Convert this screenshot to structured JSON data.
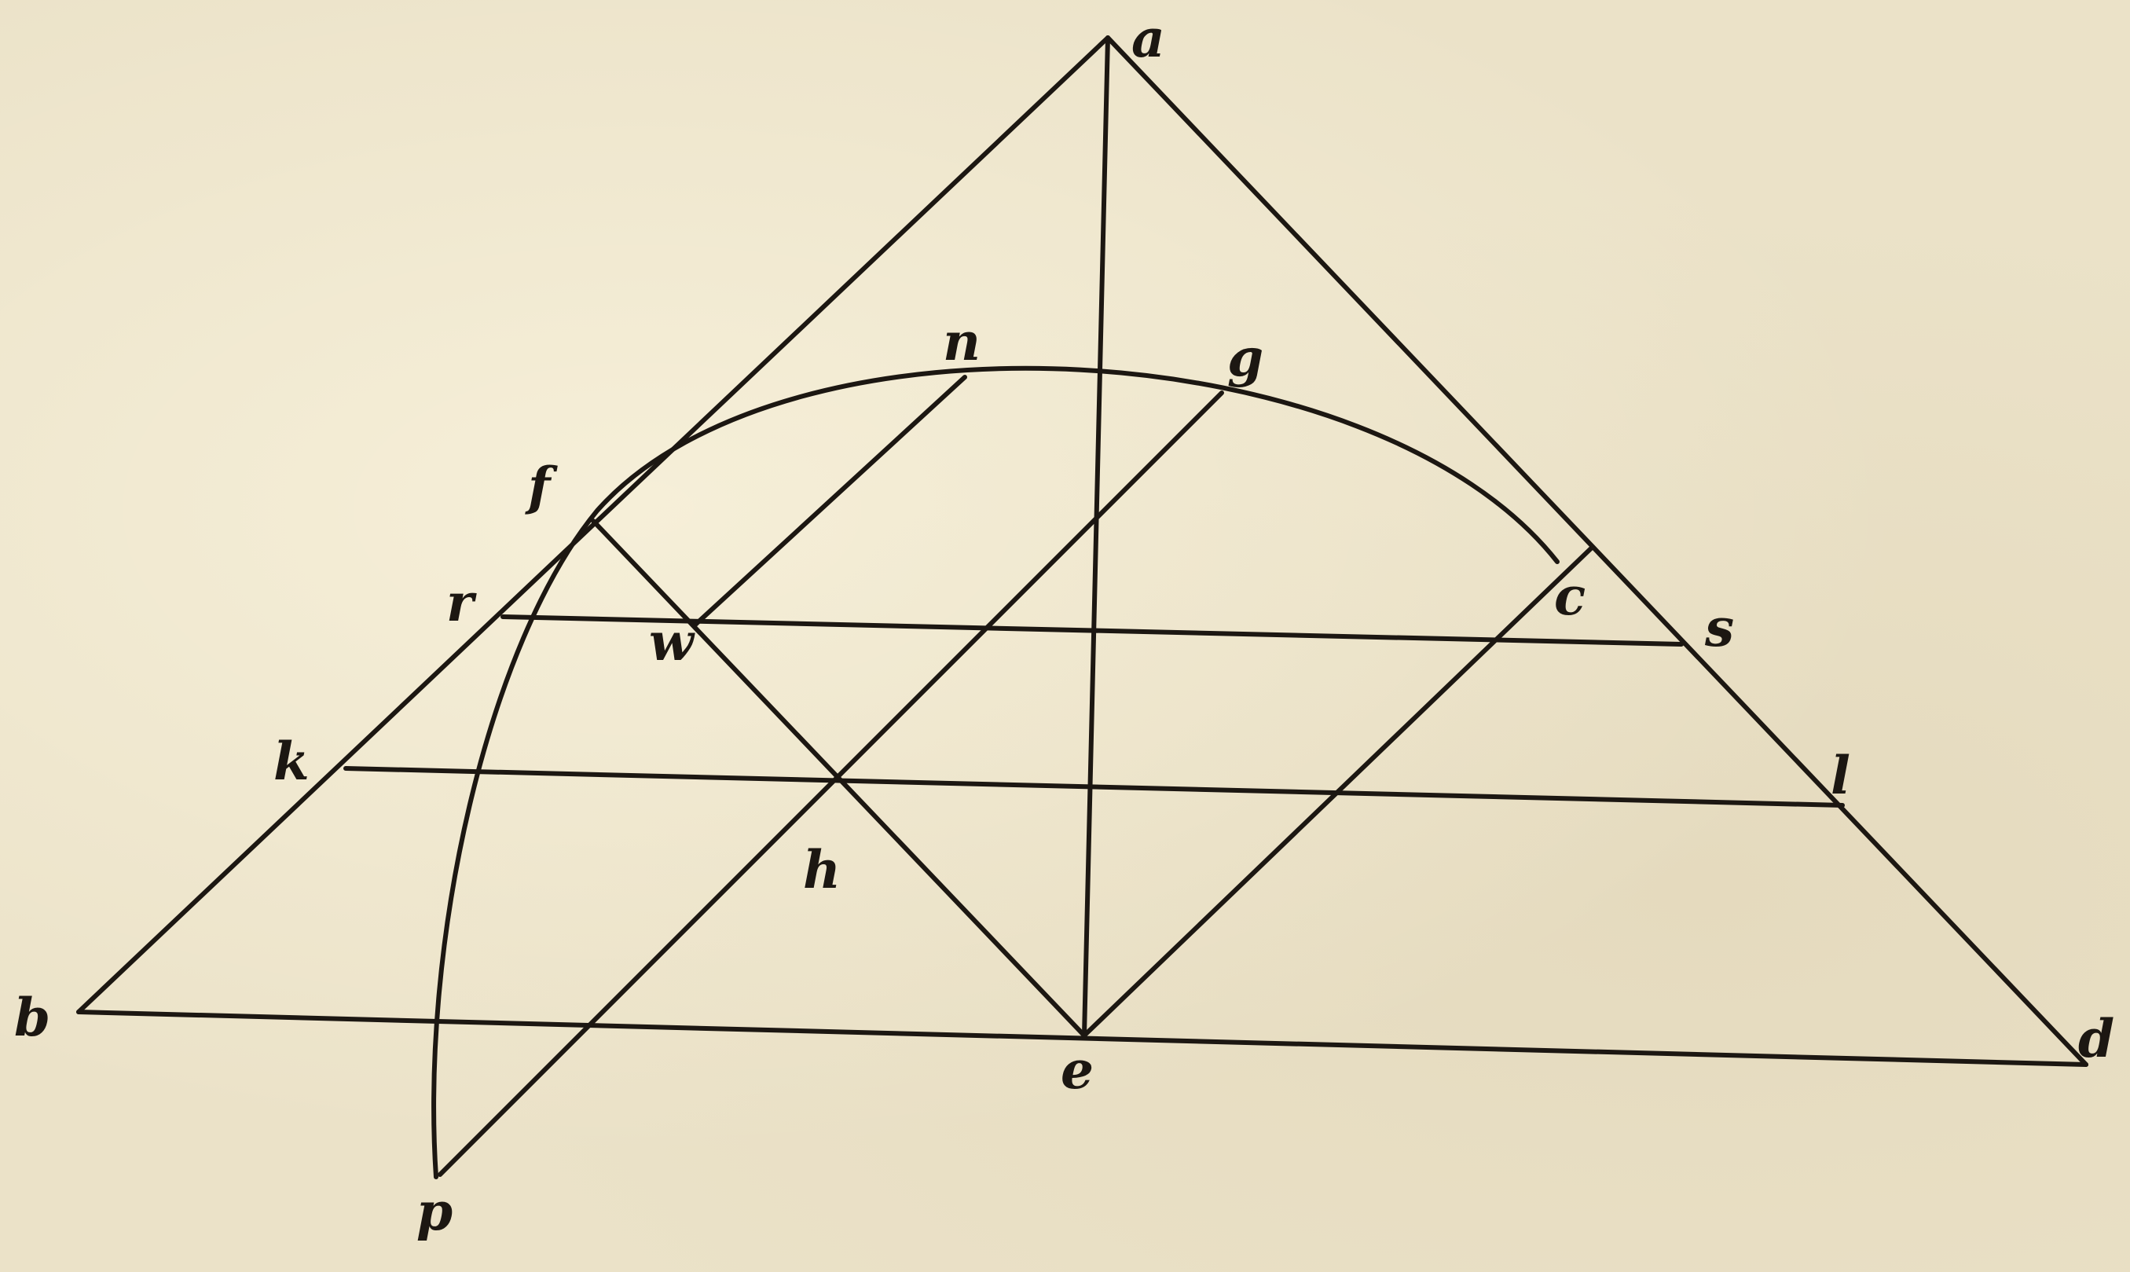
{
  "diagram": {
    "labels": {
      "a": "a",
      "b": "b",
      "c": "c",
      "d": "d",
      "e": "e",
      "f": "f",
      "g": "g",
      "h": "h",
      "k": "k",
      "l": "l",
      "n": "n",
      "p": "p",
      "r": "r",
      "s": "s",
      "w": "w"
    },
    "colors": {
      "ink": "#1c1712",
      "paper": "#ebe2c8"
    }
  }
}
